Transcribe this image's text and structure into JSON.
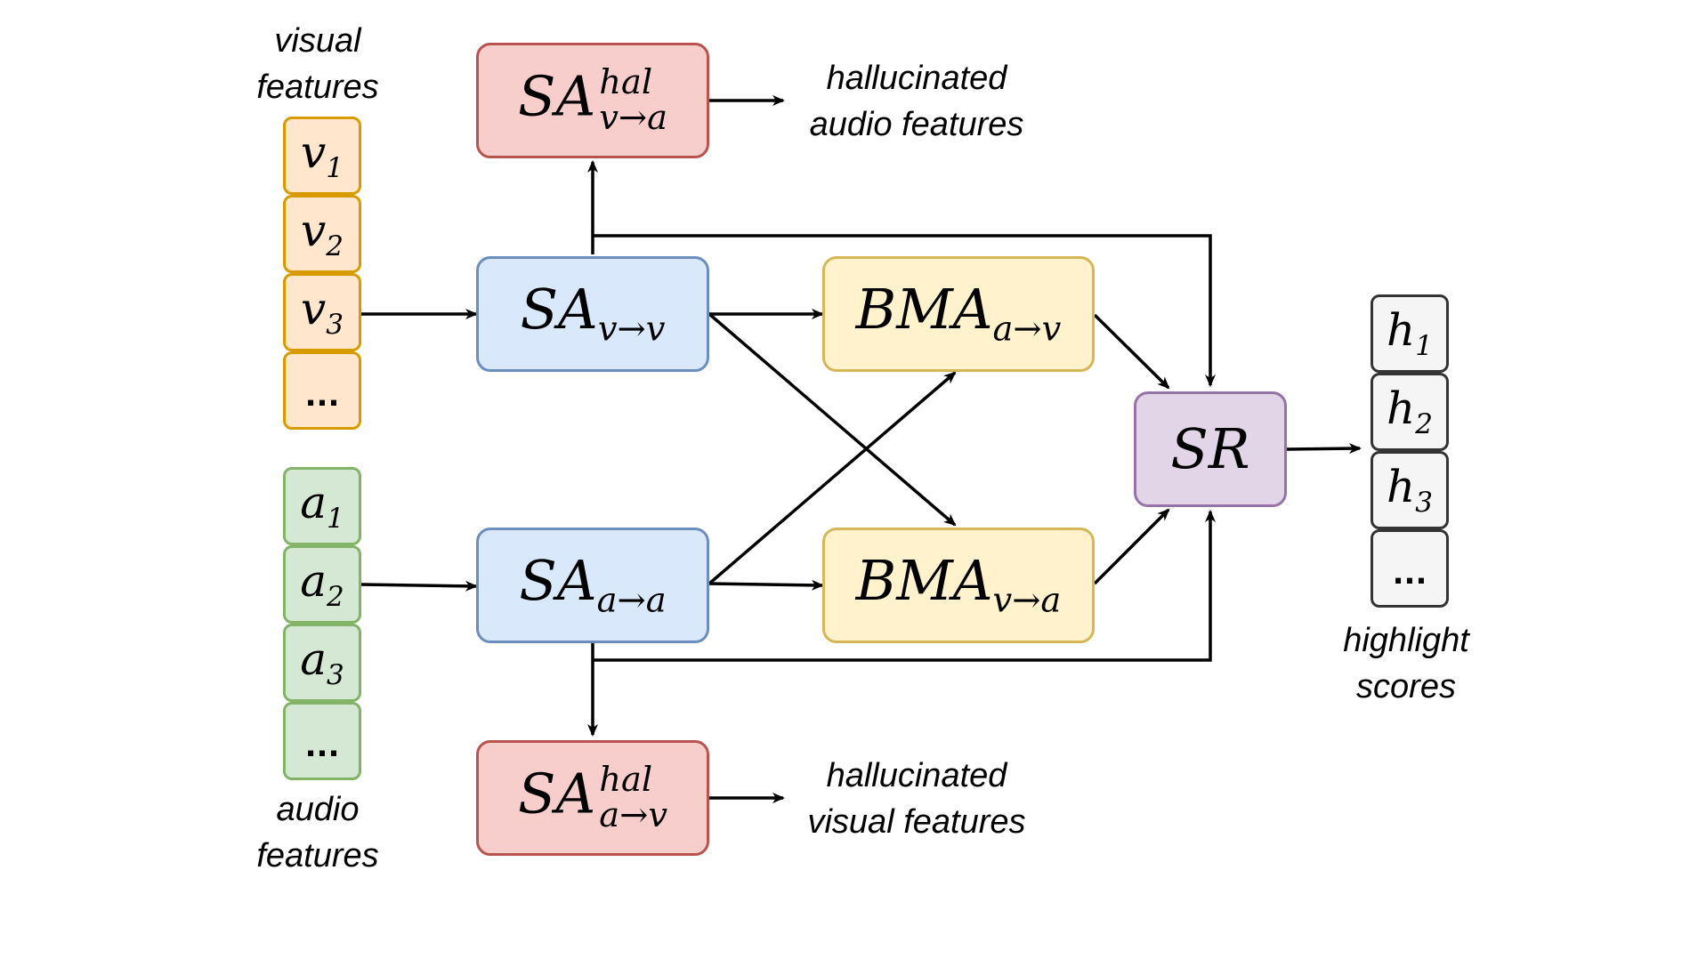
{
  "labels": {
    "visual_features": [
      "visual",
      "features"
    ],
    "audio_features": [
      "audio",
      "features"
    ],
    "hallucinated_audio": [
      "hallucinated",
      "audio features"
    ],
    "hallucinated_visual": [
      "hallucinated",
      "visual features"
    ],
    "highlight_scores": [
      "highlight",
      "scores"
    ]
  },
  "visual_tokens": [
    {
      "base": "v",
      "sub": "1"
    },
    {
      "base": "v",
      "sub": "2"
    },
    {
      "base": "v",
      "sub": "3"
    },
    {
      "ellipsis": "..."
    }
  ],
  "audio_tokens": [
    {
      "base": "a",
      "sub": "1"
    },
    {
      "base": "a",
      "sub": "2"
    },
    {
      "base": "a",
      "sub": "3"
    },
    {
      "ellipsis": "..."
    }
  ],
  "highlight_tokens": [
    {
      "base": "h",
      "sub": "1"
    },
    {
      "base": "h",
      "sub": "2"
    },
    {
      "base": "h",
      "sub": "3"
    },
    {
      "ellipsis": "..."
    }
  ],
  "blocks": {
    "sa_hal_v_to_a": {
      "base": "SA",
      "sup": "hal",
      "sub": "v→a"
    },
    "sa_v_to_v": {
      "base": "SA",
      "sub": "v→v"
    },
    "sa_a_to_a": {
      "base": "SA",
      "sub": "a→a"
    },
    "bma_a_to_v": {
      "base": "BMA",
      "sub": "a→v"
    },
    "bma_v_to_a": {
      "base": "BMA",
      "sub": "v→a"
    },
    "sr": {
      "base": "SR"
    },
    "sa_hal_a_to_v": {
      "base": "SA",
      "sup": "hal",
      "sub": "a→v"
    }
  },
  "colors": {
    "hallucination_fill": "#f8cecc",
    "self_attention_fill": "#dae8fc",
    "bimodal_attention_fill": "#fff2cc",
    "score_regressor_fill": "#e1d5e7",
    "visual_token_fill": "#ffe6cc",
    "audio_token_fill": "#d5e8d4",
    "highlight_token_fill": "#f5f5f5",
    "arrow": "#000000"
  }
}
